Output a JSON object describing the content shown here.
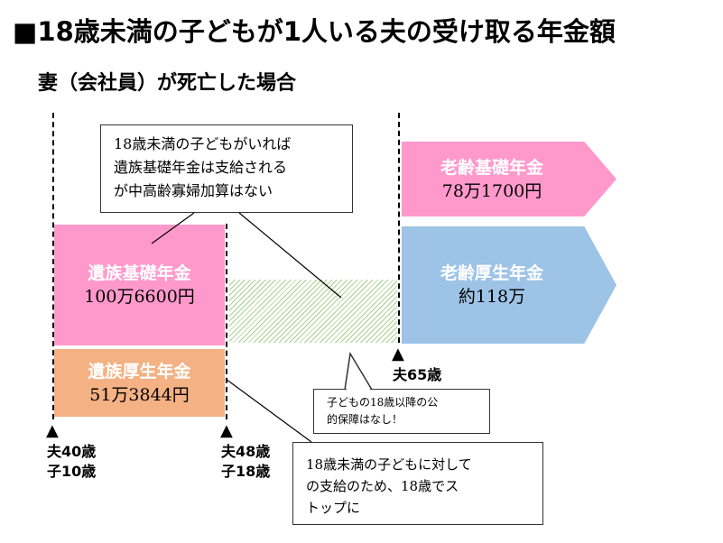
{
  "title": "■18歳未満の子どもが1人いる夫の受け取る年金額",
  "subtitle": "妻（会社員）が死亡した場合",
  "boxes": {
    "survivor_basic": {
      "label": "遺族基礎年金",
      "amount": "100万6600円"
    },
    "survivor_employee": {
      "label": "遺族厚生年金",
      "amount": "51万3844円"
    },
    "old_age_basic": {
      "label": "老齢基礎年金",
      "amount": "78万1700円"
    },
    "old_age_employee": {
      "label": "老齢厚生年金",
      "amount": "約118万"
    }
  },
  "callouts": {
    "top": [
      "18歳未満の子どもがいれば",
      "遺族基礎年金は支給される",
      "が中高齢寡婦加算はない"
    ],
    "gap": [
      "子どもの18歳以降の公",
      "的保障はなし！"
    ],
    "bottom": [
      "18歳未満の子どもに対して",
      "の支給のため、18歳でス",
      "トップに"
    ]
  },
  "markers": {
    "m1": {
      "symbol": "▲",
      "lines": [
        "夫40歳",
        "子10歳"
      ]
    },
    "m2": {
      "symbol": "▲",
      "lines": [
        "夫48歳",
        "子18歳"
      ]
    },
    "m3": {
      "symbol": "▲",
      "lines": [
        "夫65歳"
      ]
    }
  },
  "colors": {
    "pink": "#ff99cc",
    "orange": "#f4b183",
    "blue": "#9dc3e6",
    "hatch": "#a9d18e"
  }
}
